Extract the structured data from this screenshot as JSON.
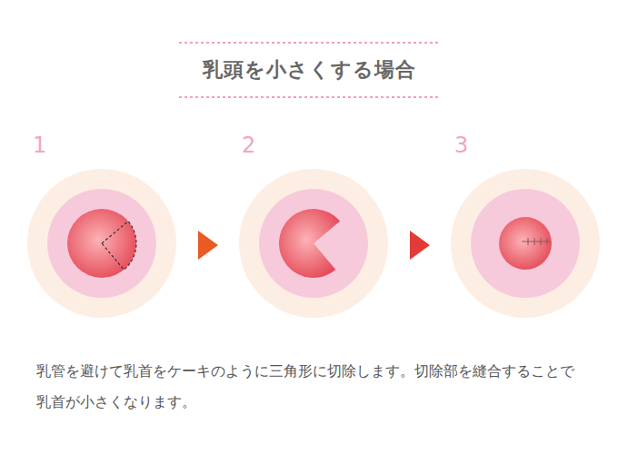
{
  "diagram": {
    "title": "乳頭を小さくする場合",
    "caption": "乳管を避けて乳首をケーキのように三角形に切除します。切除部を縫合することで乳首が小さくなります。",
    "labels": [
      "1",
      "2",
      "3"
    ]
  }
}
